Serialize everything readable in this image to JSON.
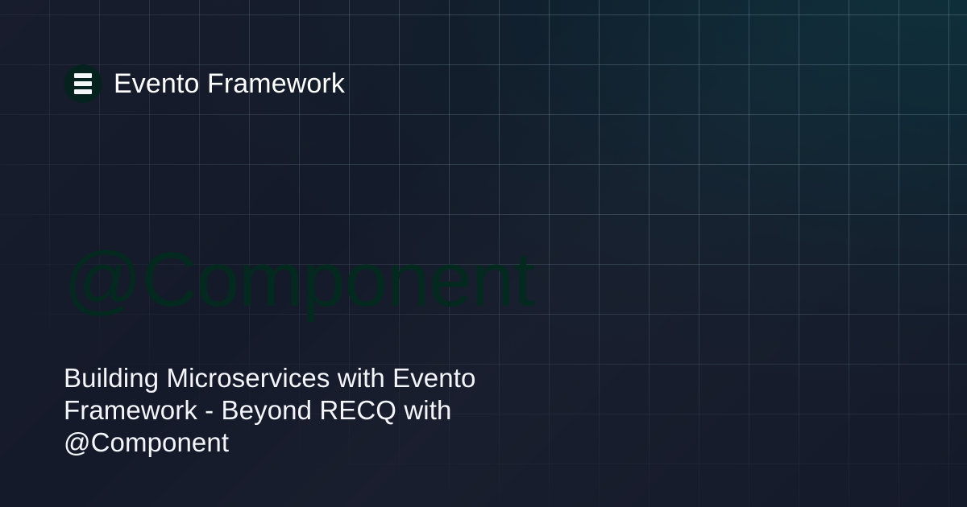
{
  "meta": {
    "background_color": "#161b2b",
    "accent_color": "#06221f",
    "grid_line_color": "#92aebe",
    "watermark_color": "#04291f",
    "text_color": "#f3f5f8"
  },
  "header": {
    "logo_icon": "hamburger-menu-icon",
    "brand_name": "Evento Framework"
  },
  "watermark": {
    "text": "@Component"
  },
  "main": {
    "title": "Building Microservices with Evento Framework - Beyond RECQ with @Component"
  }
}
